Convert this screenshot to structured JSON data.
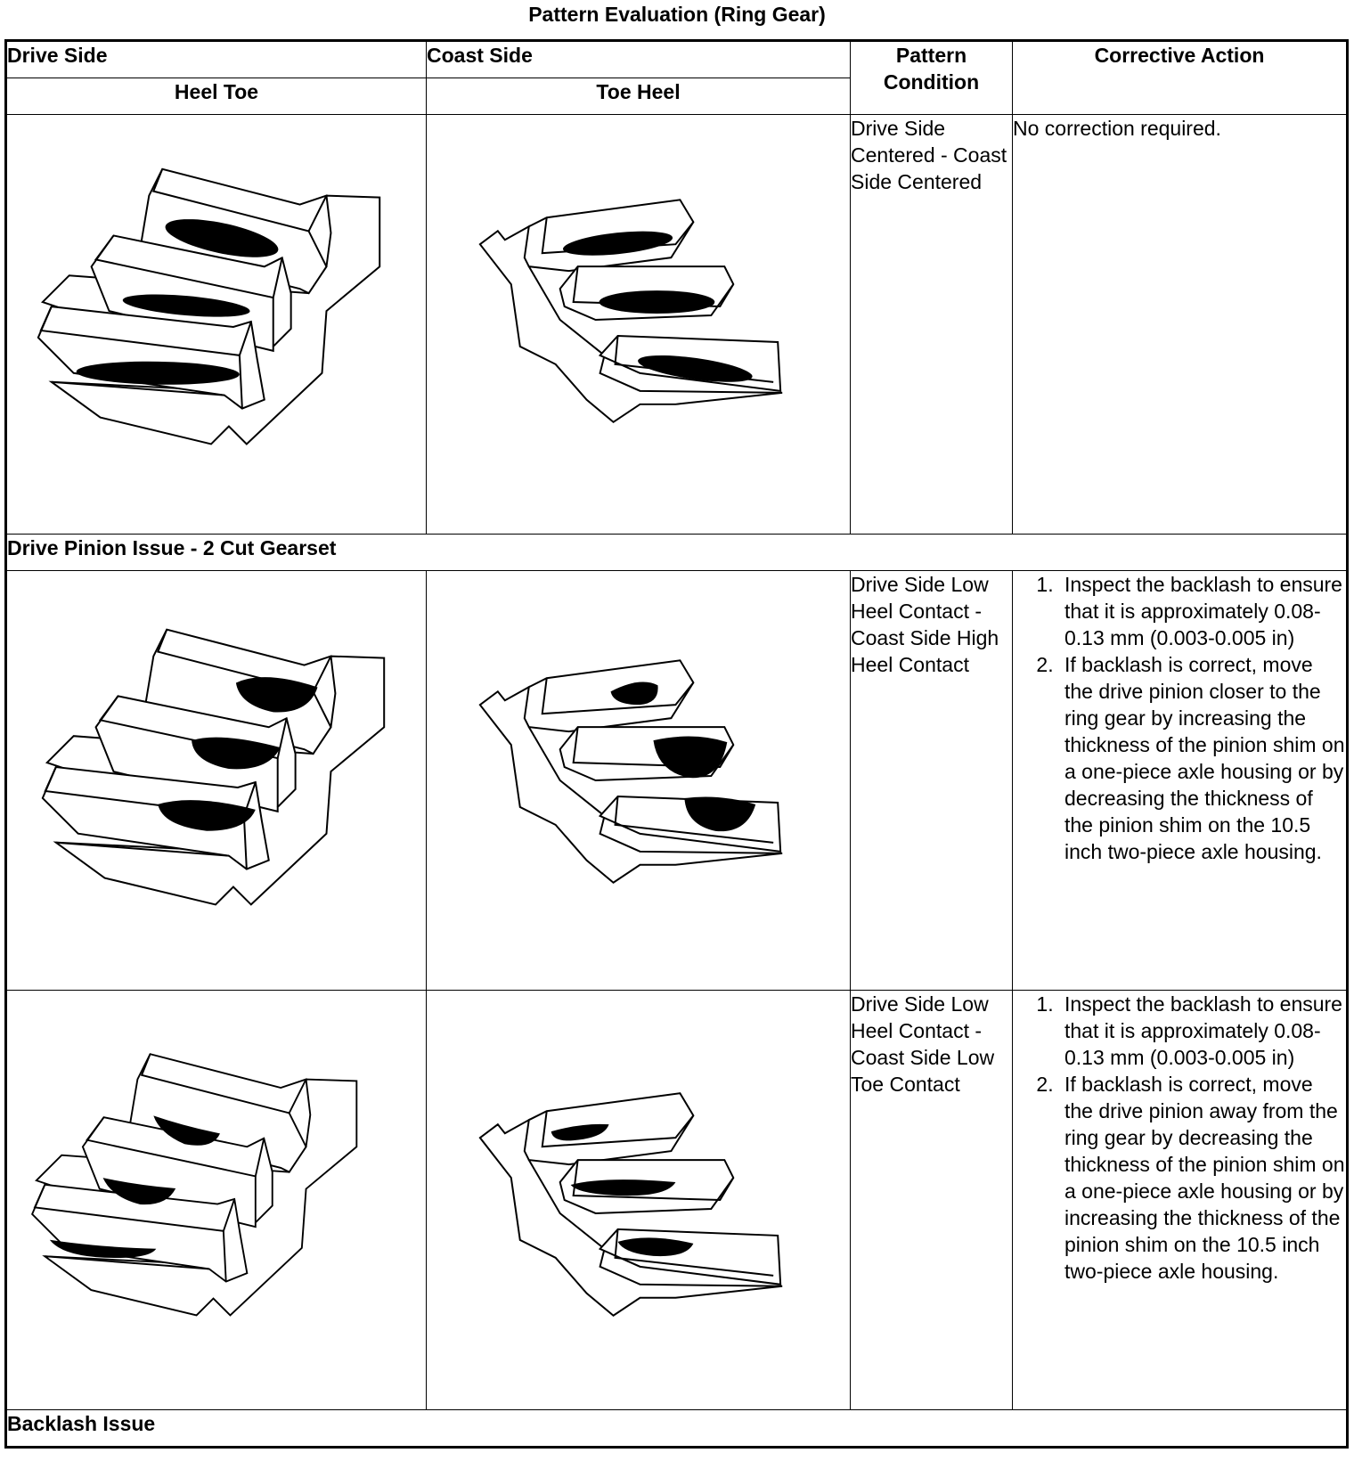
{
  "title": "Pattern Evaluation (Ring Gear)",
  "headers": {
    "drive_side": "Drive Side",
    "drive_sub": "Heel Toe",
    "coast_side": "Coast Side",
    "coast_sub": "Toe Heel",
    "pattern_condition": "Pattern Condition",
    "corrective_action": "Corrective Action"
  },
  "rows": [
    {
      "condition": "Drive Side Centered - Coast Side Centered",
      "action_text": "No correction required.",
      "steps": []
    },
    {
      "condition": "Drive Side Low Heel Contact - Coast Side High Heel Contact",
      "action_text": "",
      "steps": [
        "Inspect the backlash to ensure that it is approximately 0.08-0.13 mm (0.003-0.005 in)",
        "If backlash is correct, move the drive pinion closer to the ring gear by increasing the thickness of the pinion shim on a one-piece axle housing or by decreasing the thickness of the pinion shim on the 10.5 inch two-piece axle housing."
      ]
    },
    {
      "condition": "Drive Side Low Heel Contact - Coast Side Low Toe Contact",
      "action_text": "",
      "steps": [
        "Inspect the backlash to ensure that it is approximately 0.08-0.13 mm (0.003-0.005 in)",
        "If backlash is correct, move the drive pinion away from the ring gear by decreasing the thickness of the pinion shim on a one-piece axle housing or by increasing the thickness of the pinion shim on the 10.5 inch two-piece axle housing."
      ]
    }
  ],
  "sections": {
    "after_row1": "Drive Pinion Issue - 2 Cut Gearset",
    "after_row3": "Backlash Issue"
  },
  "icons": {
    "drive_gear": "drive-side-gear-teeth-illustration",
    "coast_gear": "coast-side-gear-teeth-illustration"
  }
}
